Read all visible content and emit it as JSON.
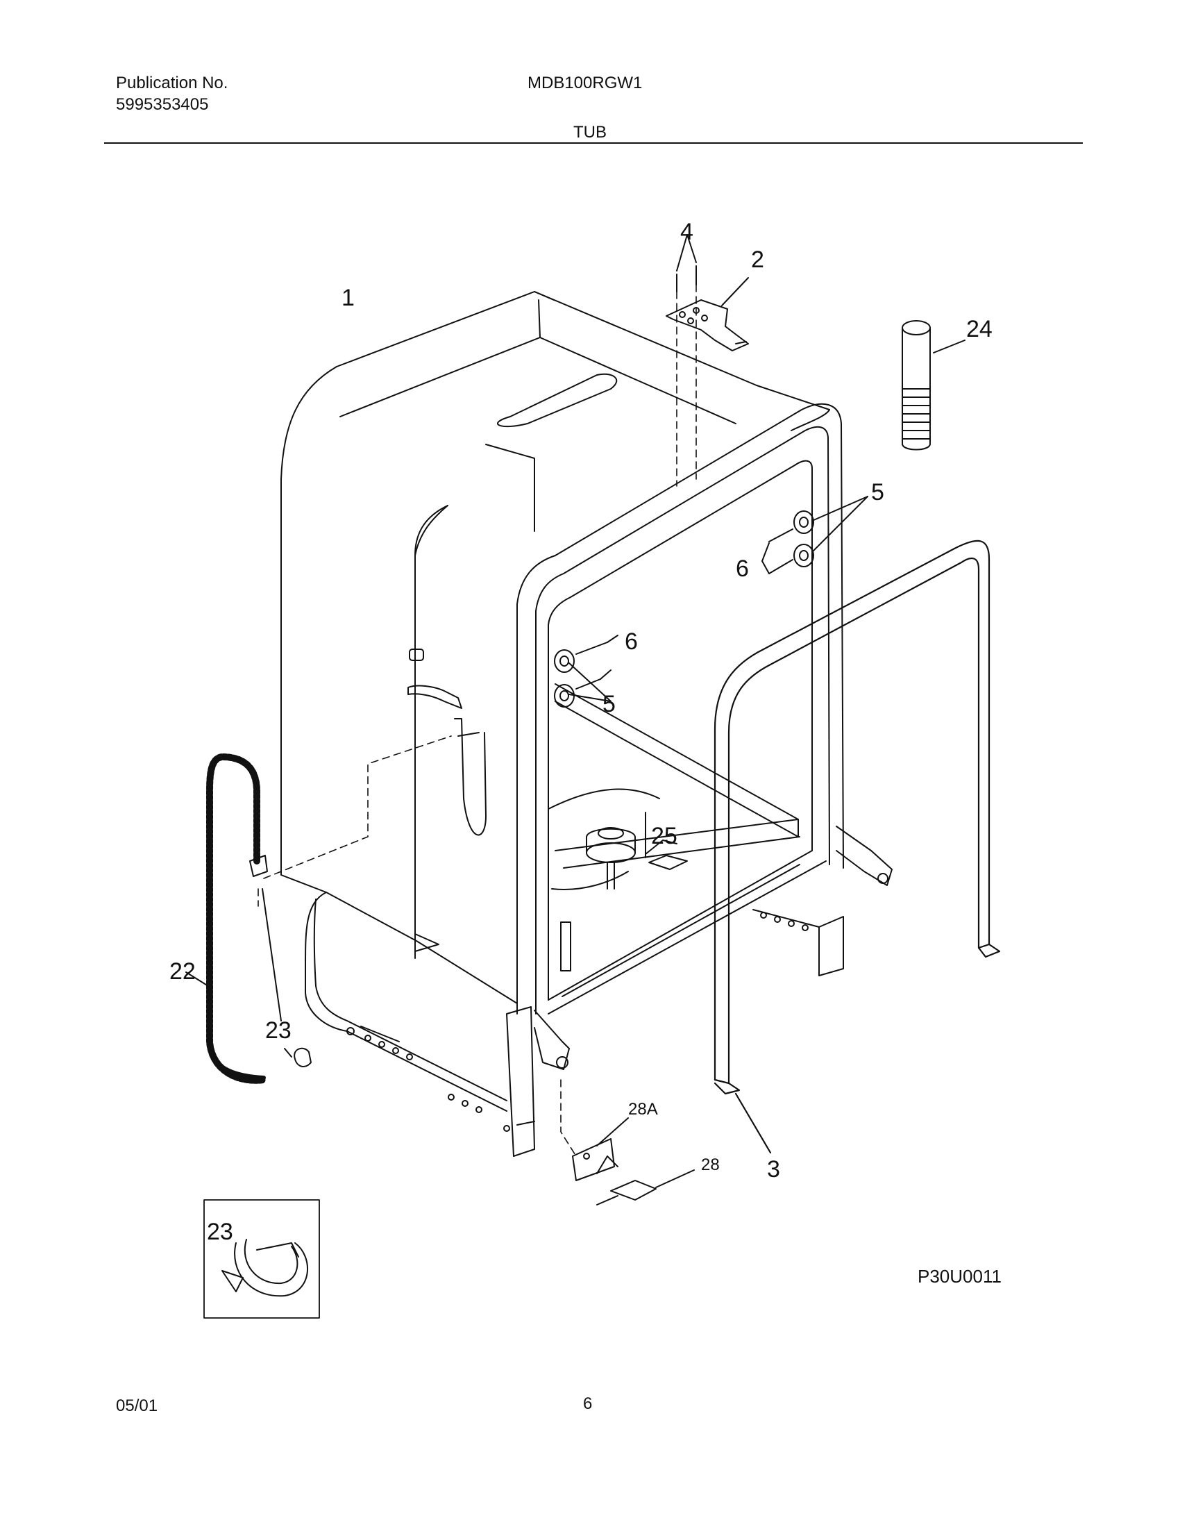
{
  "header": {
    "publication_label": "Publication No.",
    "publication_number": "5995353405",
    "model": "MDB100RGW1",
    "section_title": "TUB"
  },
  "diagram": {
    "callouts": {
      "tub": "1",
      "hinge_bracket": "2",
      "door_gasket": "3",
      "screws_top": "4",
      "rollers_right": "5",
      "screws_right": "6",
      "screws_left": "6",
      "rollers_left": "5",
      "drain_hose": "22",
      "hose_clamp": "23",
      "hose_extension": "24",
      "float": "25",
      "switch_bracket": "28A",
      "float_switch": "28",
      "inset_clamp": "23"
    },
    "figure_code": "P30U0011"
  },
  "footer": {
    "date": "05/01",
    "page_number": "6"
  }
}
